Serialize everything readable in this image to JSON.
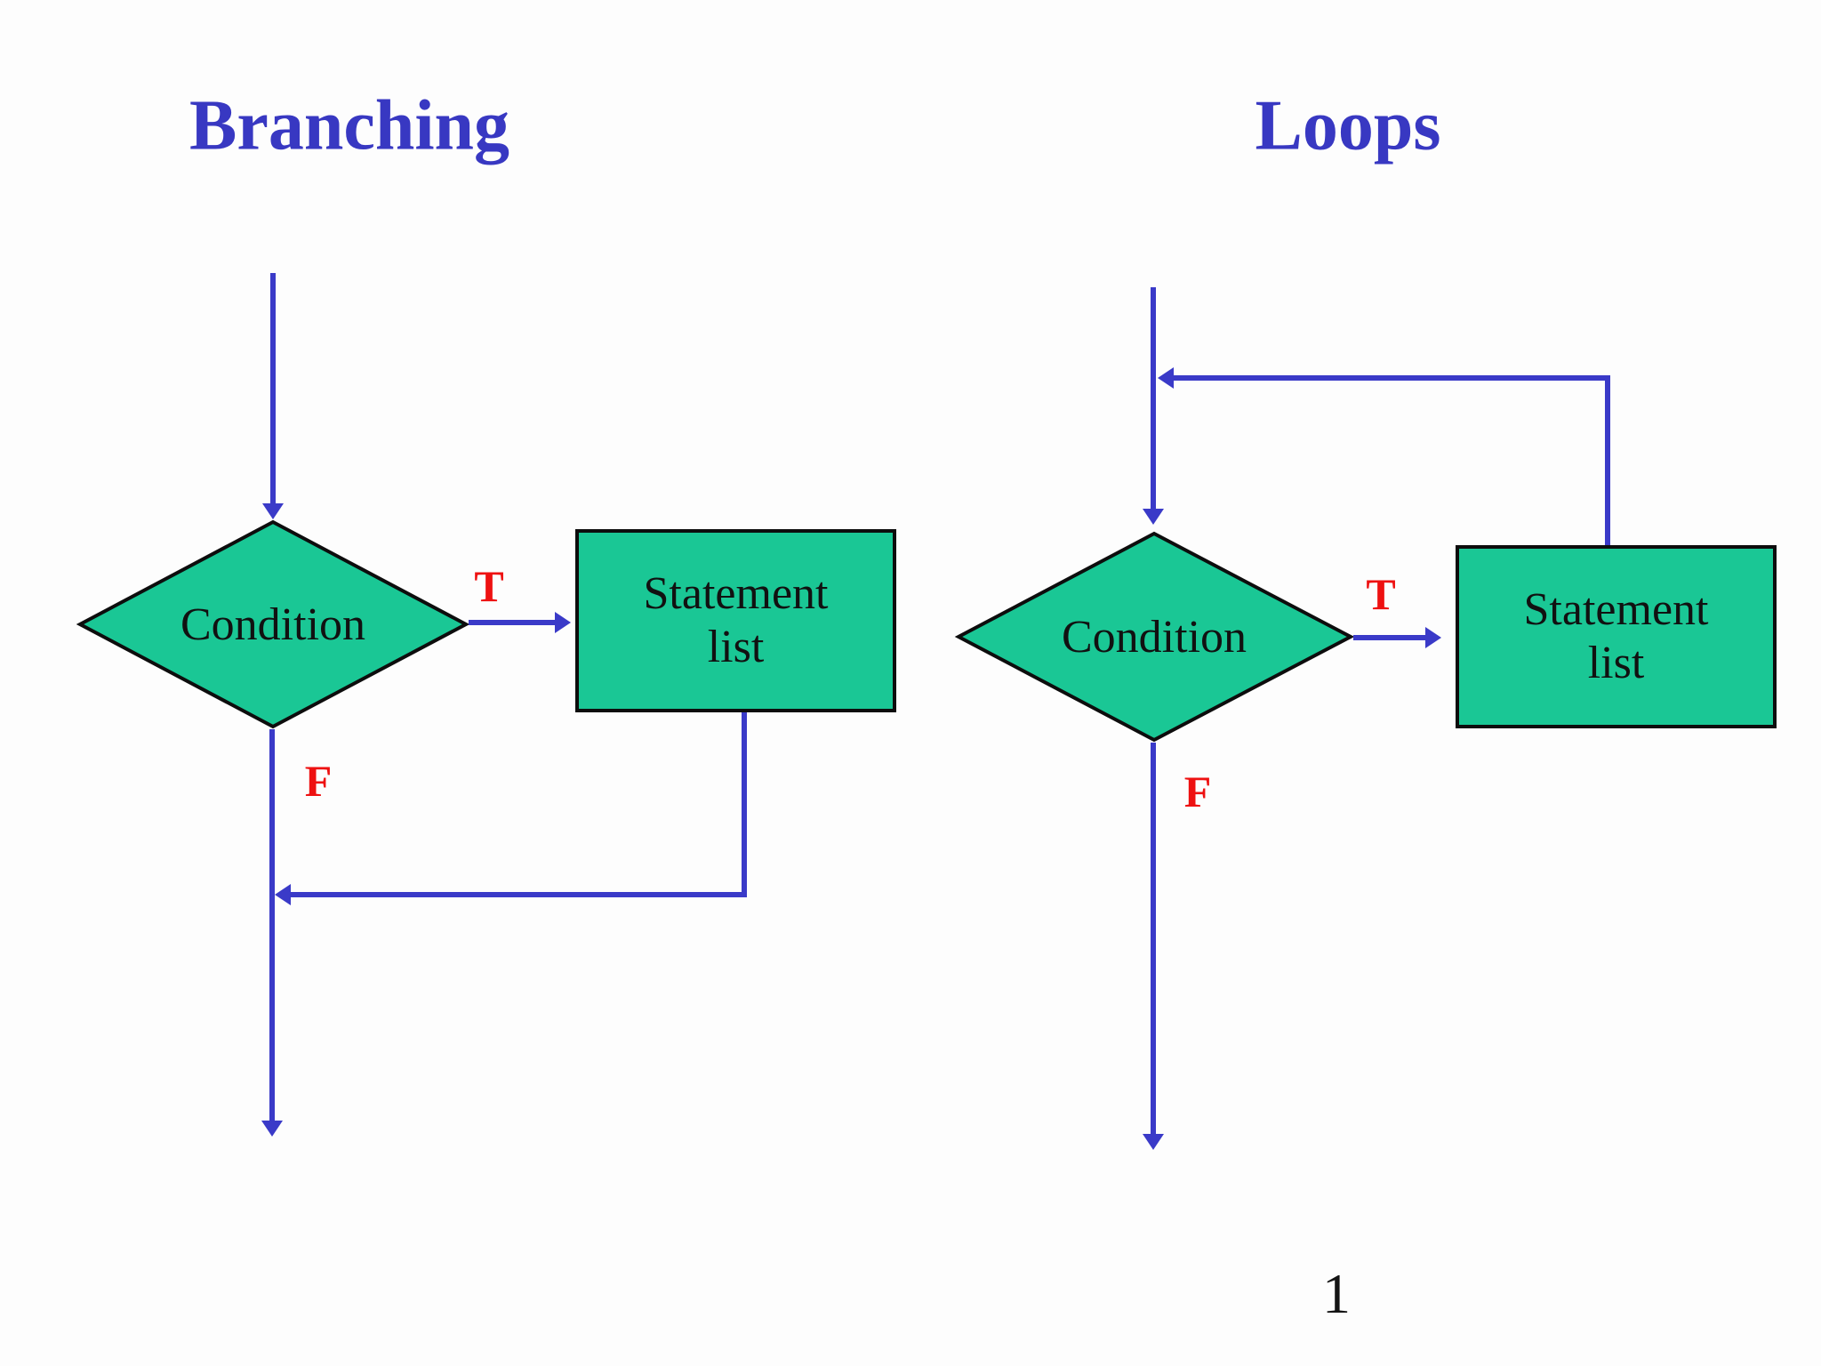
{
  "page_number": "1",
  "colors": {
    "background": "#FDFDFD",
    "title": "#3838C2",
    "arrow": "#3A3AC8",
    "shape": "#1AC795",
    "shape_border": "#0D0D0D",
    "label": "#111111",
    "branch_label": "#EE1111"
  },
  "branching": {
    "title": "Branching",
    "condition_label": "Condition",
    "statement_label": "Statement list",
    "true_label": "T",
    "false_label": "F"
  },
  "loops": {
    "title": "Loops",
    "condition_label": "Condition",
    "statement_label": "Statement list",
    "true_label": "T",
    "false_label": "F"
  }
}
